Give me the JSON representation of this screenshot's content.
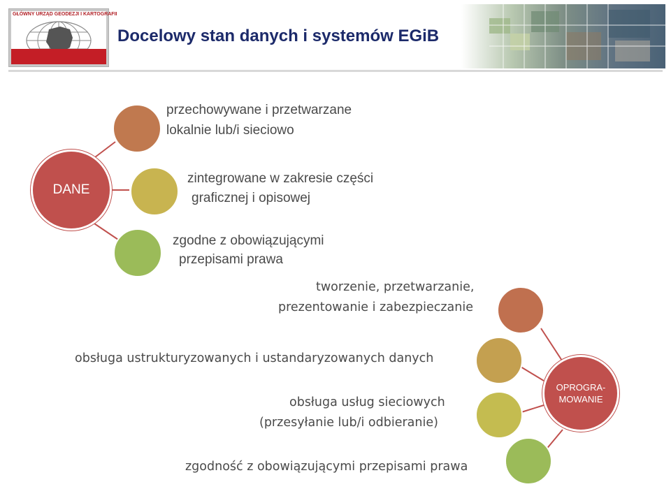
{
  "header": {
    "logo_text": "GŁÓWNY URZĄD GEODEZJI I KARTOGRAFII",
    "title": "Docelowy stan danych i systemów EGiB"
  },
  "diagram_top": {
    "center": {
      "label": "DANE",
      "color": "#c0504d"
    },
    "branches": [
      {
        "lines": [
          "przechowywane i przetwarzane",
          "lokalnie lub/i sieciowo"
        ],
        "color": "#c0794f"
      },
      {
        "lines": [
          "zintegrowane w zakresie części",
          "graficznej i opisowej"
        ],
        "color": "#c8b450"
      },
      {
        "lines": [
          "zgodne z obowiązującymi",
          "przepisami prawa"
        ],
        "color": "#9bbb59"
      }
    ]
  },
  "diagram_bottom": {
    "center": {
      "label": "OPROGRA-\nMOWANIE",
      "color": "#c0504d"
    },
    "branches": [
      {
        "lines": [
          "tworzenie, przetwarzanie,",
          "prezentowanie i zabezpieczanie"
        ],
        "color": "#c0704f"
      },
      {
        "lines": [
          "obsługa ustrukturyzowanych i ustandaryzowanych danych"
        ],
        "color": "#c4a050"
      },
      {
        "lines": [
          "obsługa usług sieciowych",
          "(przesyłanie lub/i odbieranie)"
        ],
        "color": "#c4bc50"
      },
      {
        "lines": [
          "zgodność z obowiązującymi przepisami prawa"
        ],
        "color": "#9bbb59"
      }
    ]
  }
}
